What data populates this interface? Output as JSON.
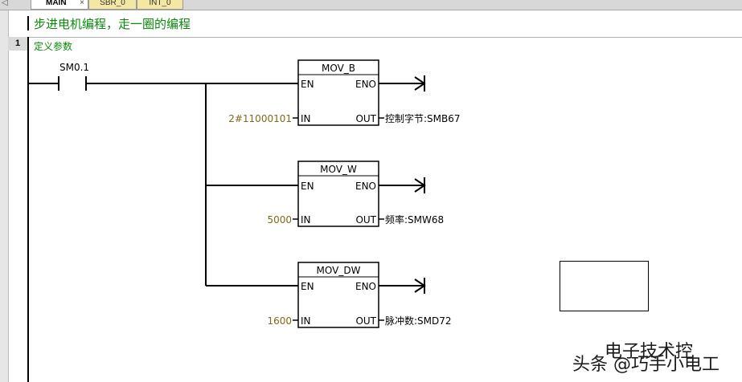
{
  "tabs": [
    {
      "label": "MAIN",
      "active": true
    },
    {
      "label": "SBR_0",
      "active": false
    },
    {
      "label": "INT_0",
      "active": false
    }
  ],
  "tab_close": "×",
  "tab_scroll": "◁",
  "program_title": "步进电机编程，走一圈的编程",
  "network": {
    "number": "1",
    "comment": "定义参数",
    "contact": {
      "address": "SM0.1"
    },
    "boxes": [
      {
        "name": "MOV_B",
        "en": "EN",
        "eno": "ENO",
        "in_label": "IN",
        "out_label": "OUT",
        "in_value": "2#11000101",
        "out_value": "控制字节:SMB67"
      },
      {
        "name": "MOV_W",
        "en": "EN",
        "eno": "ENO",
        "in_label": "IN",
        "out_label": "OUT",
        "in_value": "5000",
        "out_value": "频率:SMW68"
      },
      {
        "name": "MOV_DW",
        "en": "EN",
        "eno": "ENO",
        "in_label": "IN",
        "out_label": "OUT",
        "in_value": "1600",
        "out_value": "脉冲数:SMD72"
      }
    ]
  },
  "watermark": {
    "line1": "电子技术控",
    "line2": "头条 @巧手小电工"
  },
  "colors": {
    "comment_green": "#0a8a0a",
    "constant_olive": "#7d6a1a",
    "tab_inactive": "#f3e7a3"
  }
}
